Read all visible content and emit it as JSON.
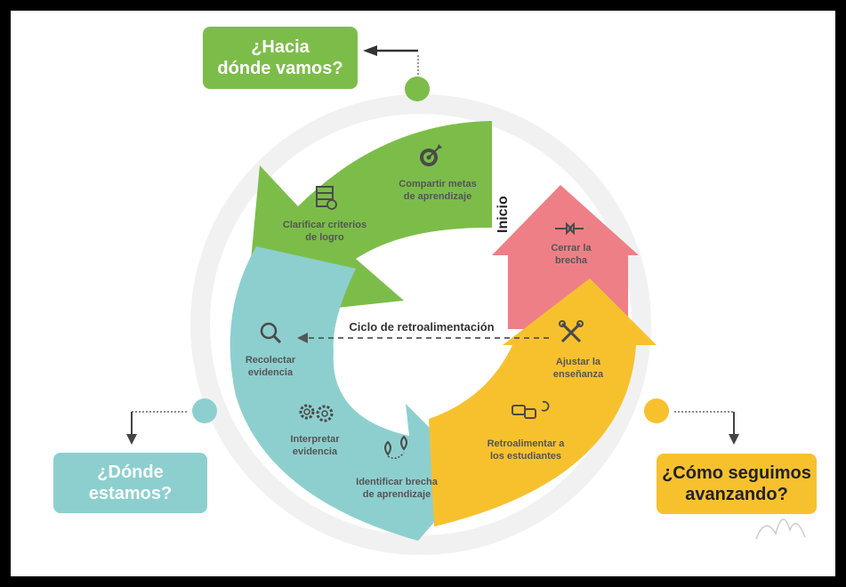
{
  "questions": {
    "top": {
      "line1": "¿Hacia",
      "line2": "dónde vamos?"
    },
    "left": {
      "line1": "¿Dónde",
      "line2": "estamos?"
    },
    "right": {
      "line1": "¿Cómo seguimos",
      "line2": "avanzando?"
    }
  },
  "center_label": "Ciclo de retroalimentación",
  "start_label": "Inicio",
  "steps": [
    {
      "line1": "Compartir metas",
      "line2": "de aprendizaje",
      "icon": "target-icon"
    },
    {
      "line1": "Clarificar criterios",
      "line2": "de logro",
      "icon": "checklist-icon"
    },
    {
      "line1": "Recolectar",
      "line2": "evidencia",
      "icon": "magnifier-icon"
    },
    {
      "line1": "Interpretar",
      "line2": "evidencia",
      "icon": "gears-icon"
    },
    {
      "line1": "Identificar brecha",
      "line2": "de aprendizaje",
      "icon": "map-pins-icon"
    },
    {
      "line1": "Retroalimentar a",
      "line2": "los estudiantes",
      "icon": "chat-bubbles-icon"
    },
    {
      "line1": "Ajustar la",
      "line2": "enseñanza",
      "icon": "tools-icon"
    },
    {
      "line1": "Cerrar la",
      "line2": "brecha",
      "icon": "converging-arrows-icon"
    }
  ],
  "colors": {
    "green": "#7cbd4a",
    "teal": "#8dcfcf",
    "yellow": "#f7c12e",
    "pink": "#ee7f86",
    "ring": "#f0f0f0",
    "icon_dark": "#4a4a4a"
  }
}
